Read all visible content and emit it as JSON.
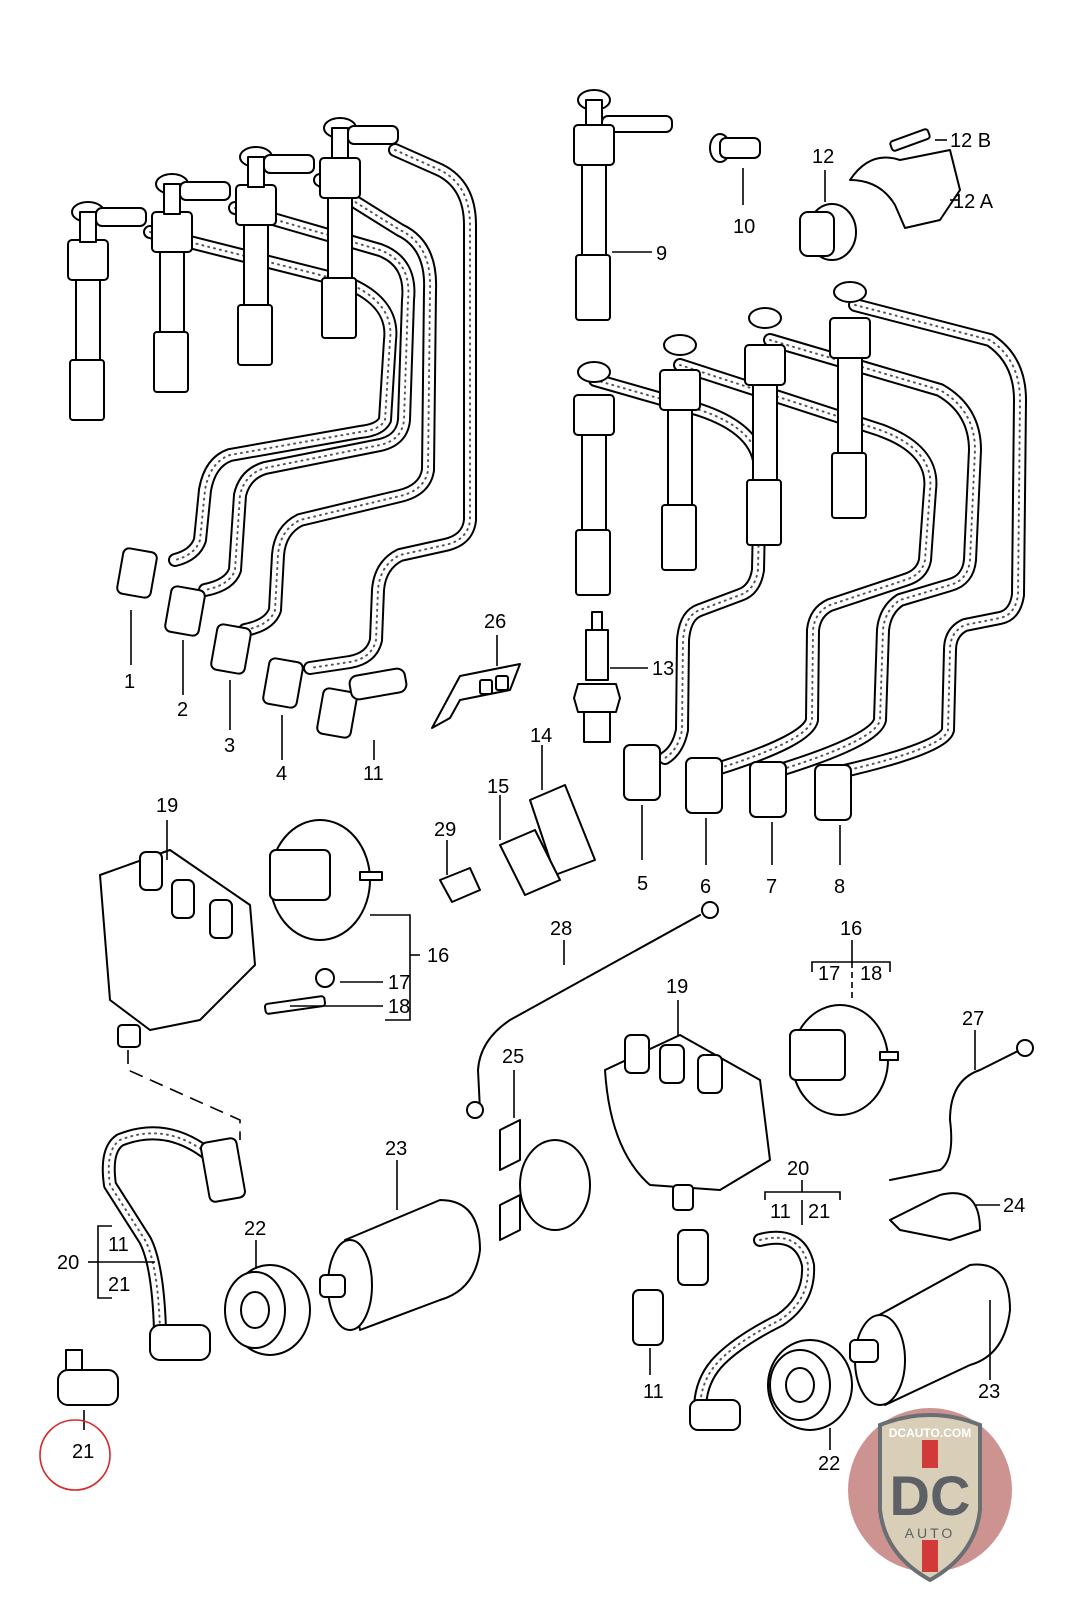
{
  "diagram": {
    "title": "Ignition system exploded parts diagram",
    "highlight_color": "#d42a2a",
    "labels": {
      "p1": "1",
      "p2": "2",
      "p3": "3",
      "p4": "4",
      "p5": "5",
      "p6": "6",
      "p7": "7",
      "p8": "8",
      "p9": "9",
      "p10": "10",
      "p11a": "11",
      "p11b": "11",
      "p11c": "11",
      "p11d": "11",
      "p12": "12",
      "p12a": "12 A",
      "p12b": "12 B",
      "p13": "13",
      "p14": "14",
      "p15": "15",
      "p16a": "16",
      "p16b": "16",
      "p17a": "17",
      "p17b": "17",
      "p18a": "18",
      "p18b": "18",
      "p19a": "19",
      "p19b": "19",
      "p20a": "20",
      "p20b": "20",
      "p21a": "21",
      "p21b": "21",
      "p21c": "21",
      "p22a": "22",
      "p22b": "22",
      "p23a": "23",
      "p23b": "23",
      "p24": "24",
      "p25": "25",
      "p26": "26",
      "p27": "27",
      "p28": "28",
      "p29": "29"
    },
    "highlighted_part": "21"
  },
  "watermark": {
    "site": "DCAUTO.COM",
    "monogram": "DC",
    "brand": "AUTO",
    "colors": {
      "badge_bg": "#c98a88",
      "shield": "#d9cfb8",
      "letters": "#5d6166",
      "stripe": "#d23a3a"
    }
  }
}
